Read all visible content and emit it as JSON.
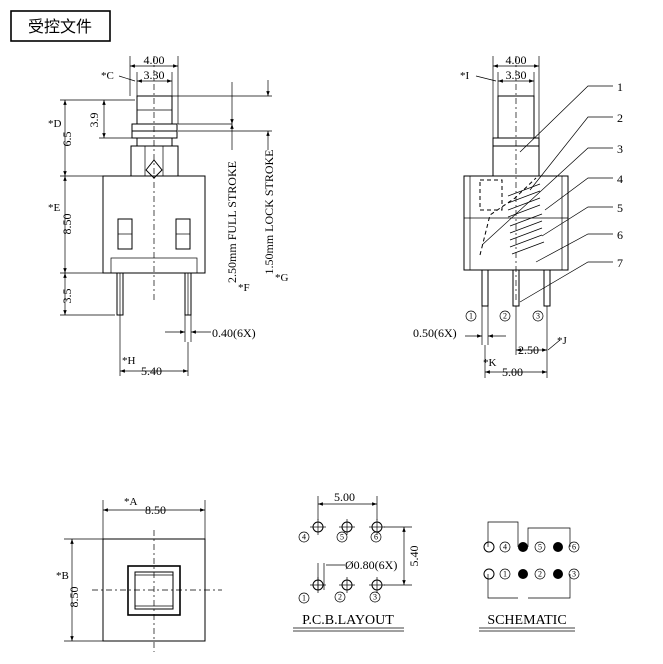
{
  "title": "受控文件",
  "front_view": {
    "dim_width": "4.00",
    "dim_inner": "3.30",
    "label_c": "*C",
    "label_d": "*D",
    "dim_65": "6.5",
    "dim_39": "3.9",
    "label_e": "*E",
    "dim_850": "8.50",
    "dim_35": "3.5",
    "full_stroke": "2.50mm FULL STROKE",
    "lock_stroke": "1.50mm LOCK STROKE",
    "label_f": "*F",
    "label_g": "*G",
    "pin_dim": "0.40(6X)",
    "label_h": "*H",
    "dim_540": "5.40"
  },
  "side_view": {
    "dim_width": "4.00",
    "dim_inner": "3.30",
    "label_i": "*I",
    "callouts": [
      "1",
      "2",
      "3",
      "4",
      "5",
      "6",
      "7"
    ],
    "pin_dim": "0.50(6X)",
    "dim_250": "2.50",
    "label_j": "*J",
    "label_k": "*K",
    "dim_500": "5.00",
    "pins": [
      "1",
      "2",
      "3"
    ]
  },
  "top_view": {
    "label_a": "*A",
    "dim_w": "8.50",
    "label_b": "*B",
    "dim_h": "8.50"
  },
  "pcb_layout": {
    "dim_500": "5.00",
    "dim_540": "5.40",
    "hole_dim": "Ø0.80(6X)",
    "top_row": [
      "4",
      "5",
      "6"
    ],
    "bottom_row": [
      "1",
      "2",
      "3"
    ],
    "label": "P.C.B.LAYOUT"
  },
  "schematic": {
    "top_row": [
      "4",
      "5",
      "6"
    ],
    "bottom_row": [
      "1",
      "2",
      "3"
    ],
    "label": "SCHEMATIC"
  }
}
